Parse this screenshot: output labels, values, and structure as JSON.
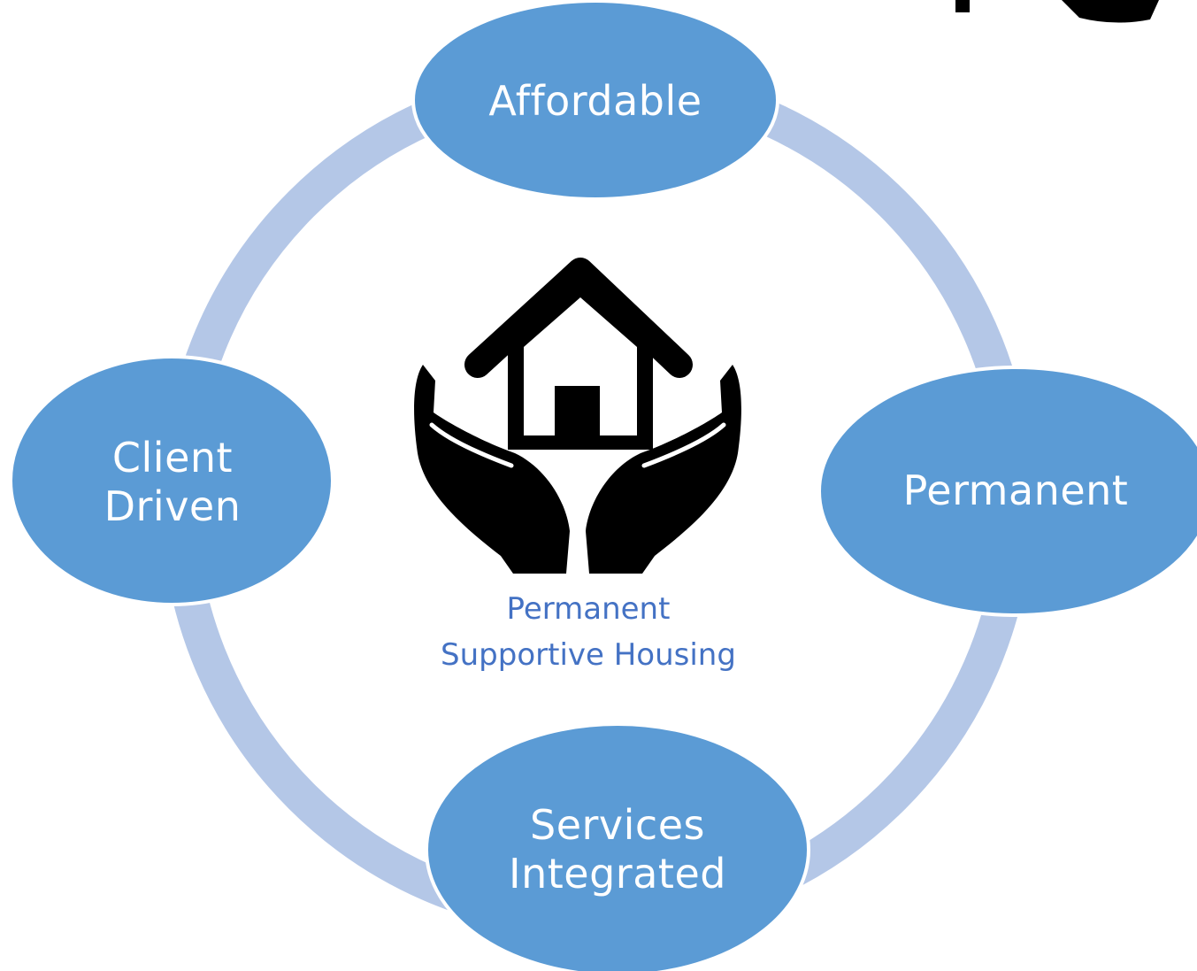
{
  "diagram": {
    "center_caption": {
      "line1": "Permanent",
      "line2": "Supportive Housing"
    },
    "nodes": {
      "top": {
        "line1": "Affordable",
        "line2": ""
      },
      "right": {
        "line1": "Permanent",
        "line2": ""
      },
      "bottom": {
        "line1": "Services",
        "line2": "Integrated"
      },
      "left": {
        "line1": "Client",
        "line2": "Driven"
      }
    },
    "center_icon": "house-in-hands-icon",
    "colors": {
      "node_fill": "#5b9bd5",
      "node_stroke": "#ffffff",
      "ring": "#b4c7e7",
      "caption_text": "#4472c4",
      "icon": "#000000",
      "heading_text": "#000000"
    }
  }
}
